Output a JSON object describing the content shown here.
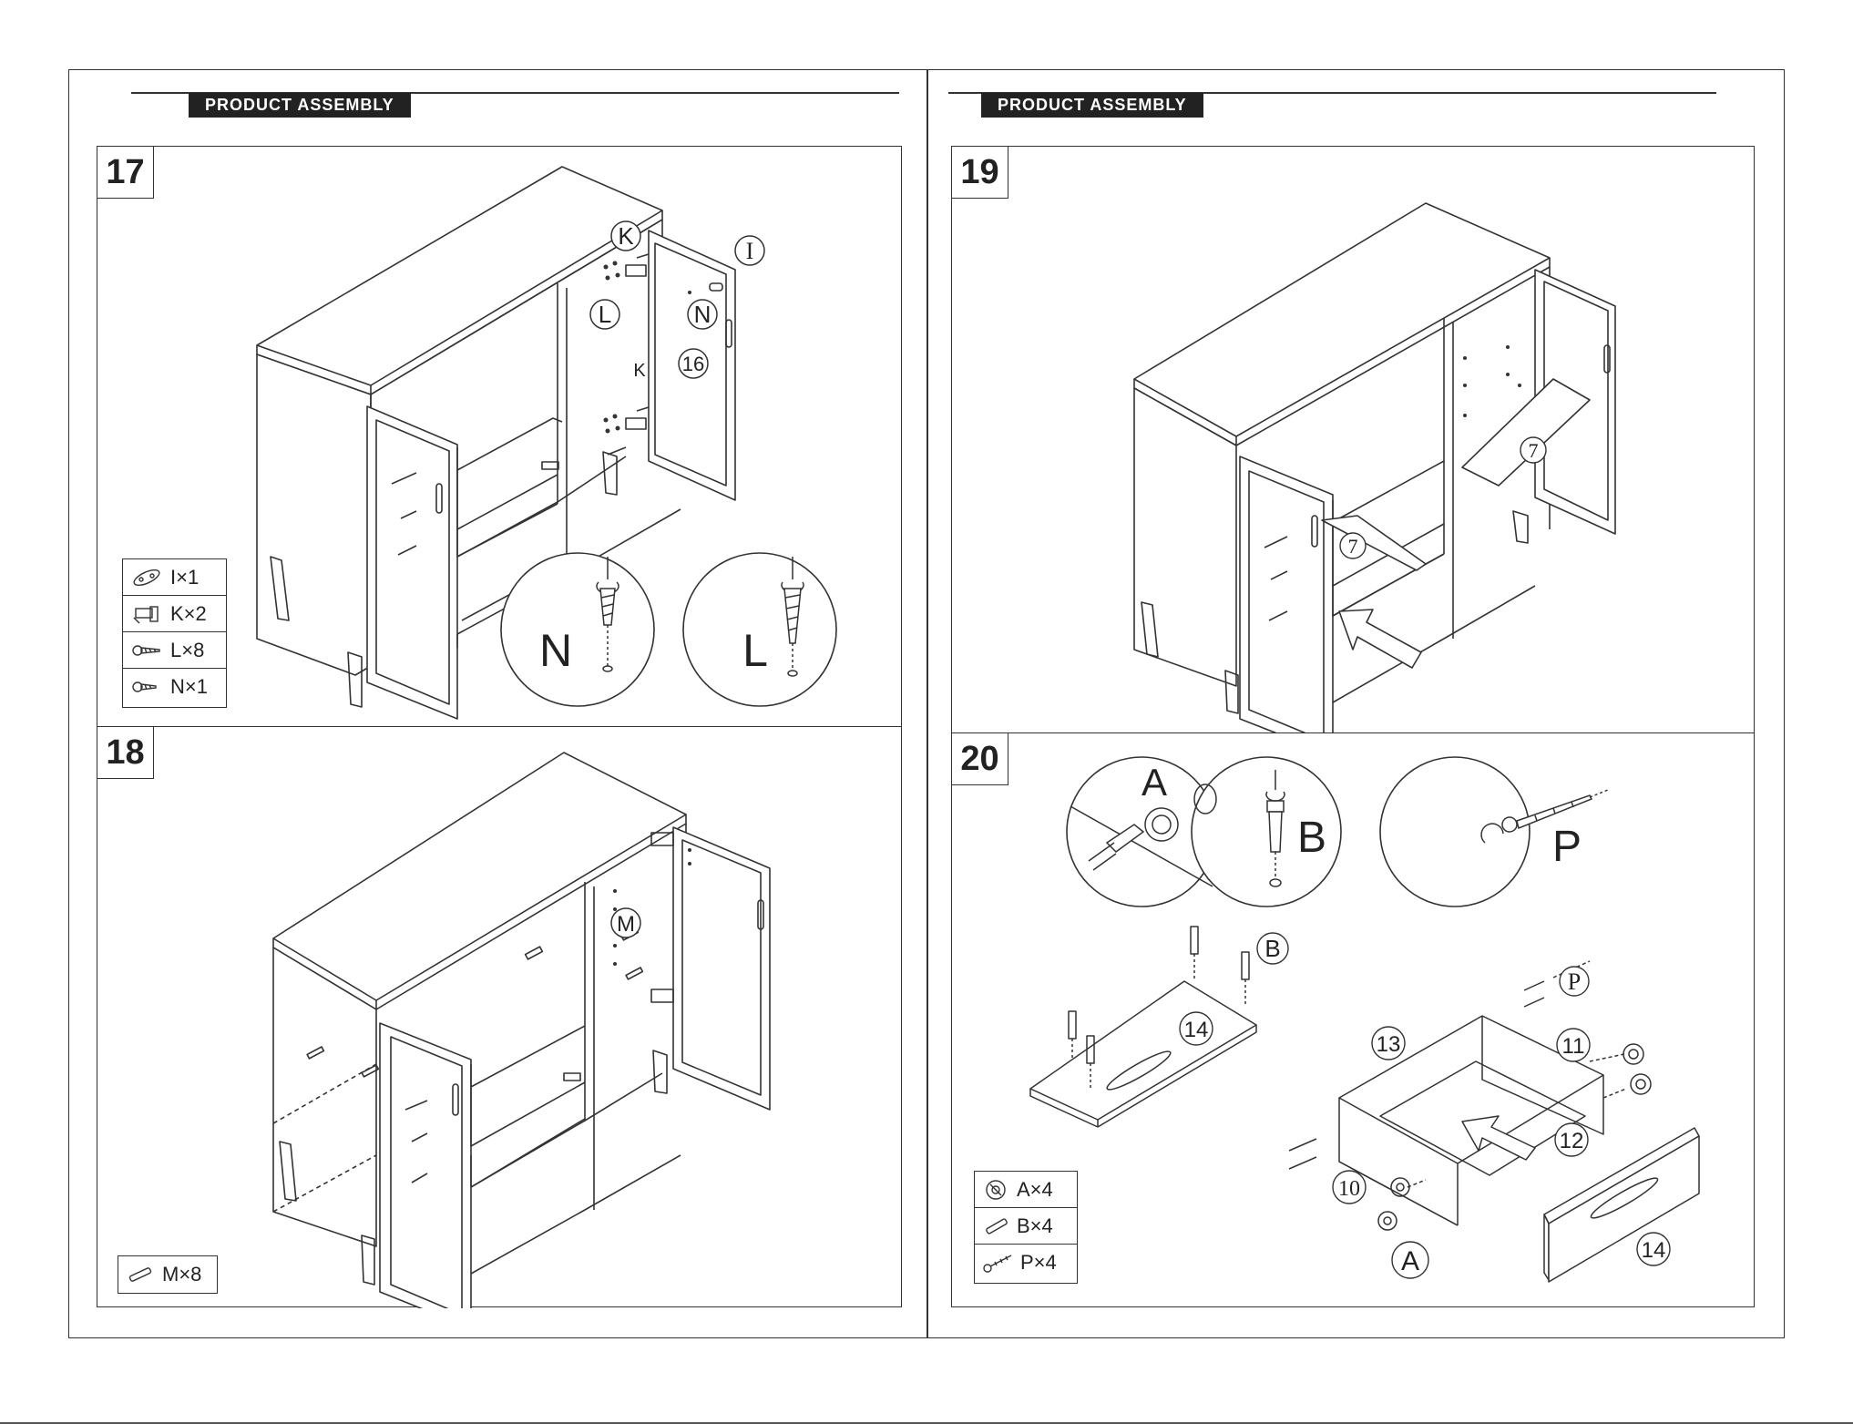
{
  "left_page": {
    "header": "PRODUCT ASSEMBLY",
    "step17": {
      "number": "17",
      "callouts": {
        "k_circle": "K",
        "i_circle": "I",
        "l_circle": "L",
        "n_circle": "N",
        "panel16": "16",
        "k_small": "K"
      },
      "zoom_n": "N",
      "zoom_l": "L",
      "parts": [
        {
          "icon": "cam-plate-icon",
          "label": "I×1"
        },
        {
          "icon": "hinge-icon",
          "label": "K×2"
        },
        {
          "icon": "screw-icon",
          "label": "L×8"
        },
        {
          "icon": "screw-icon",
          "label": "N×1"
        }
      ]
    },
    "step18": {
      "number": "18",
      "callouts": {
        "m_circle": "M"
      },
      "parts": [
        {
          "icon": "dowel-icon",
          "label": "M×8"
        }
      ]
    }
  },
  "right_page": {
    "header": "PRODUCT ASSEMBLY",
    "step19": {
      "number": "19",
      "callouts": {
        "shelf_top": "7",
        "shelf_bottom": "7"
      }
    },
    "step20": {
      "number": "20",
      "zoom_a": "A",
      "zoom_b": "B",
      "zoom_p": "P",
      "callouts": {
        "b_circle": "B",
        "p_circle": "P",
        "panel14_top": "14",
        "panel13": "13",
        "panel11": "11",
        "panel12": "12",
        "panel10": "10",
        "a_circle": "A",
        "panel14_front": "14"
      },
      "parts": [
        {
          "icon": "cam-lock-icon",
          "label": "A×4"
        },
        {
          "icon": "cam-bolt-icon",
          "label": "B×4"
        },
        {
          "icon": "long-screw-icon",
          "label": "P×4"
        }
      ]
    }
  }
}
